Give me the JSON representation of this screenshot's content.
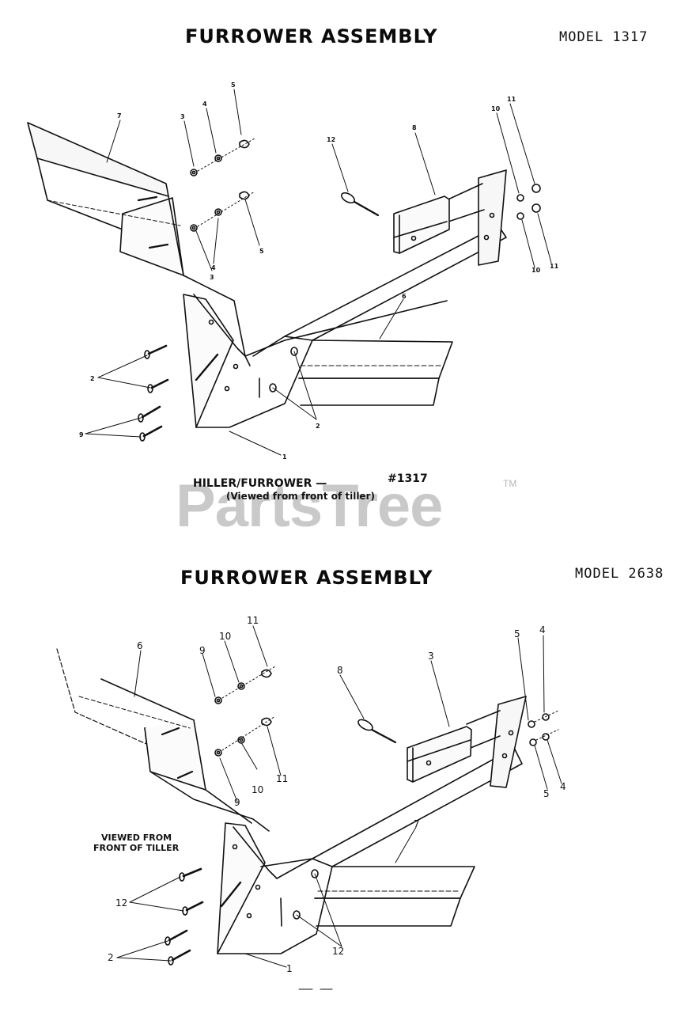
{
  "watermark": {
    "text": "PartsTree",
    "tm": "TM"
  },
  "diagram_1": {
    "title": "FURROWER ASSEMBLY",
    "model": "MODEL 1317",
    "caption_line1": "HILLER/FURROWER —",
    "caption_part": "#1317",
    "caption_line2": "(Viewed from front of tiller)",
    "callouts": [
      "7",
      "3",
      "4",
      "5",
      "3",
      "4",
      "5",
      "12",
      "8",
      "10",
      "11",
      "10",
      "11",
      "6",
      "2",
      "2",
      "9",
      "1"
    ]
  },
  "diagram_2": {
    "title": "FURROWER ASSEMBLY",
    "model": "MODEL 2638",
    "note_line1": "VIEWED FROM",
    "note_line2": "FRONT OF TILLER",
    "callouts": [
      "11",
      "6",
      "9",
      "10",
      "8",
      "3",
      "5",
      "4",
      "9",
      "10",
      "11",
      "5",
      "4",
      "7",
      "12",
      "2",
      "12",
      "1"
    ]
  }
}
